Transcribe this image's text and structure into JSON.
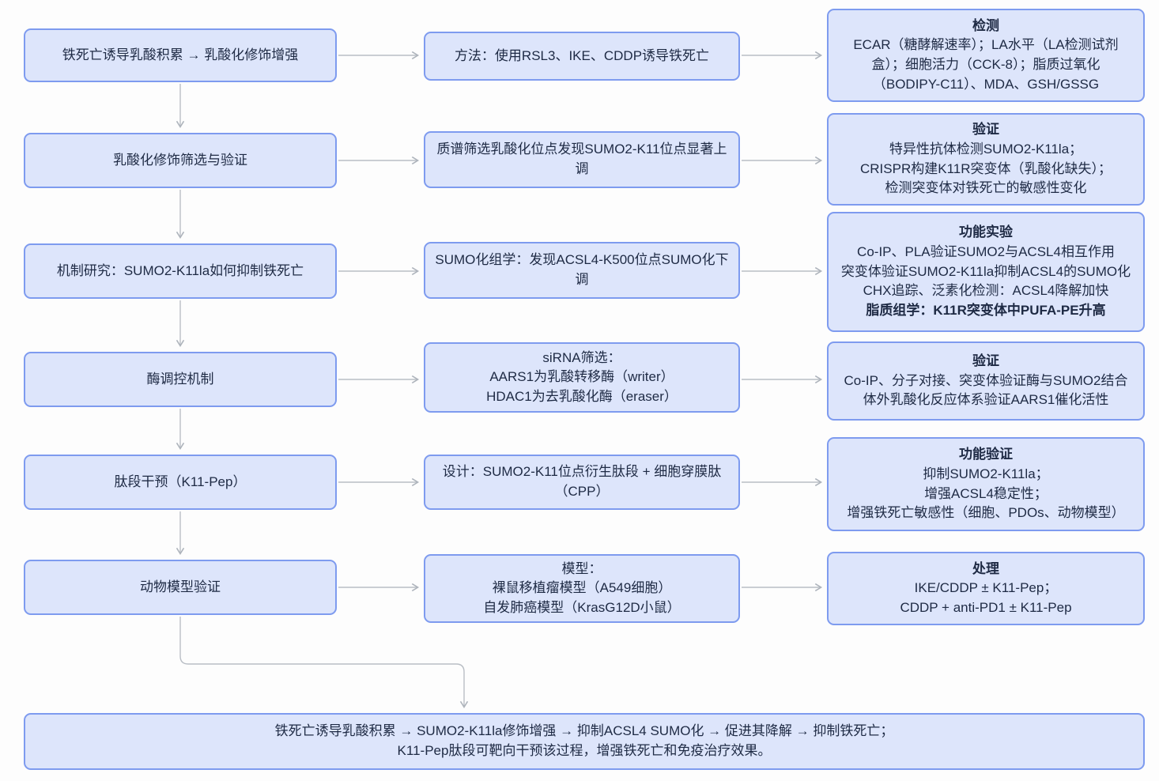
{
  "colors": {
    "node_fill": "#dde5fb",
    "node_border": "#7e9bef",
    "arrow": "#adb3bb",
    "text": "#1e2a44"
  },
  "rows": [
    {
      "left": "铁死亡诱导乳酸积累 → 乳酸化修饰增强",
      "middle_lines": [
        "方法：使用RSL3、IKE、CDDP诱导铁死亡"
      ],
      "right_title": "检测",
      "right_lines": [
        "ECAR（糖酵解速率）；LA水平（LA检测试剂盒）；细胞活力（CCK-8）；脂质过氧化（BODIPY-C11）、MDA、GSH/GSSG"
      ]
    },
    {
      "left": "乳酸化修饰筛选与验证",
      "middle_lines": [
        "质谱筛选乳酸化位点发现SUMO2-K11位点显著上调"
      ],
      "right_title": "验证",
      "right_lines": [
        "特异性抗体检测SUMO2-K11la；",
        "CRISPR构建K11R突变体（乳酸化缺失）；",
        "检测突变体对铁死亡的敏感性变化"
      ]
    },
    {
      "left": "机制研究：SUMO2-K11la如何抑制铁死亡",
      "middle_lines": [
        "SUMO化组学：发现ACSL4-K500位点SUMO化下调"
      ],
      "right_title": "功能实验",
      "right_lines": [
        "Co-IP、PLA验证SUMO2与ACSL4相互作用",
        "突变体验证SUMO2-K11la抑制ACSL4的SUMO化",
        "CHX追踪、泛素化检测：ACSL4降解加快",
        "脂质组学：K11R突变体中PUFA-PE升高"
      ]
    },
    {
      "left": "酶调控机制",
      "middle_lines": [
        "siRNA筛选：",
        "AARS1为乳酸转移酶（writer）",
        "HDAC1为去乳酸化酶（eraser）"
      ],
      "right_title": "验证",
      "right_lines": [
        "Co-IP、分子对接、突变体验证酶与SUMO2结合",
        "体外乳酸化反应体系验证AARS1催化活性"
      ]
    },
    {
      "left": "肽段干预（K11-Pep）",
      "middle_lines": [
        "设计：SUMO2-K11位点衍生肽段 + 细胞穿膜肽（CPP）"
      ],
      "right_title": "功能验证",
      "right_lines": [
        "抑制SUMO2-K11la；",
        "增强ACSL4稳定性；",
        "增强铁死亡敏感性（细胞、PDOs、动物模型）"
      ]
    },
    {
      "left": "动物模型验证",
      "middle_lines": [
        "模型：",
        "裸鼠移植瘤模型（A549细胞）",
        "自发肺癌模型（KrasG12D小鼠）"
      ],
      "right_title": "处理",
      "right_lines": [
        "IKE/CDDP ± K11-Pep；",
        "CDDP + anti-PD1 ± K11-Pep"
      ]
    }
  ],
  "summary_lines": [
    "铁死亡诱导乳酸积累 → SUMO2-K11la修饰增强 → 抑制ACSL4 SUMO化 → 促进其降解 → 抑制铁死亡；",
    "K11-Pep肽段可靶向干预该过程，增强铁死亡和免疫治疗效果。"
  ]
}
